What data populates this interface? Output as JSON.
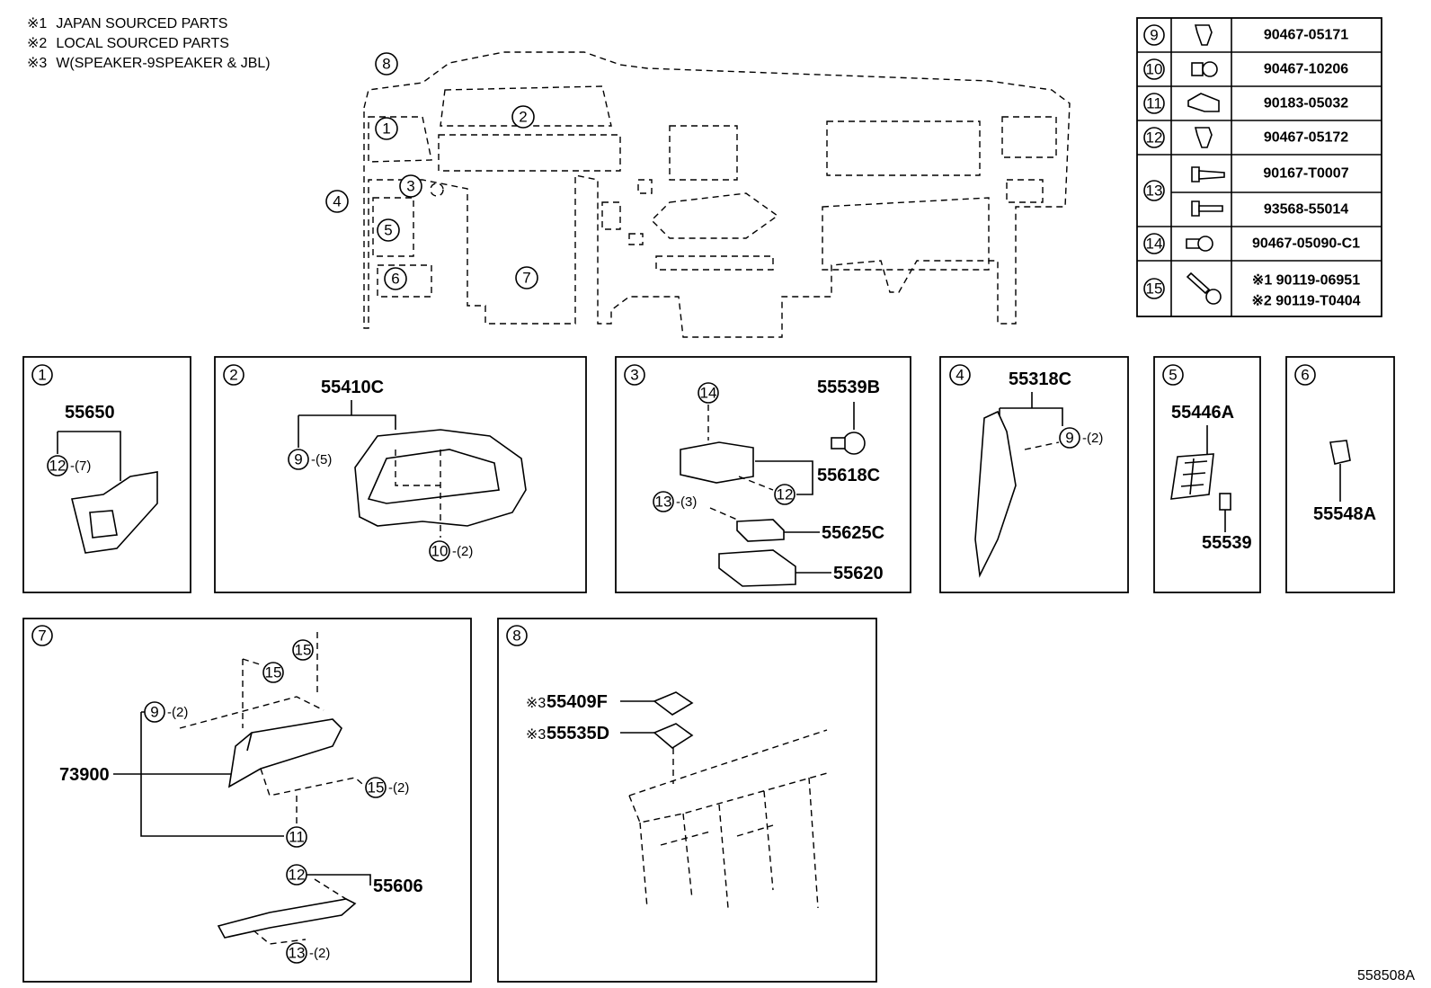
{
  "notes": [
    {
      "mark": "※1",
      "text": "JAPAN SOURCED PARTS"
    },
    {
      "mark": "※2",
      "text": "LOCAL SOURCED PARTS"
    },
    {
      "mark": "※3",
      "text": "W(SPEAKER-9SPEAKER & JBL)"
    }
  ],
  "overview_callouts": [
    "1",
    "2",
    "3",
    "4",
    "5",
    "6",
    "7",
    "8"
  ],
  "fastener_table": [
    {
      "ref": "9",
      "icon": "clip-icon",
      "parts": [
        "90467-05171"
      ]
    },
    {
      "ref": "10",
      "icon": "push-clip-icon",
      "parts": [
        "90467-10206"
      ]
    },
    {
      "ref": "11",
      "icon": "nut-clip-icon",
      "parts": [
        "90183-05032"
      ]
    },
    {
      "ref": "12",
      "icon": "clip-icon",
      "parts": [
        "90467-05172"
      ]
    },
    {
      "ref": "13",
      "icon": "screw-icon",
      "parts": [
        "90167-T0007",
        "93568-55014"
      ]
    },
    {
      "ref": "14",
      "icon": "rivet-clip-icon",
      "parts": [
        "90467-05090-C1"
      ]
    },
    {
      "ref": "15",
      "icon": "bolt-icon",
      "parts": [
        "※1 90119-06951",
        "※2 90119-T0404"
      ]
    }
  ],
  "panels": {
    "p1": {
      "num": "1",
      "part": "55650",
      "callouts": [
        {
          "ref": "12",
          "qty": "-(7)"
        }
      ]
    },
    "p2": {
      "num": "2",
      "part": "55410C",
      "callouts": [
        {
          "ref": "9",
          "qty": "-(5)"
        },
        {
          "ref": "10",
          "qty": "-(2)"
        }
      ]
    },
    "p3": {
      "num": "3",
      "parts": [
        "55539B",
        "55618C",
        "55625C",
        "55620"
      ],
      "callouts": [
        {
          "ref": "14",
          "qty": ""
        },
        {
          "ref": "12",
          "qty": ""
        },
        {
          "ref": "13",
          "qty": "-(3)"
        }
      ]
    },
    "p4": {
      "num": "4",
      "part": "55318C",
      "callouts": [
        {
          "ref": "9",
          "qty": "-(2)"
        }
      ]
    },
    "p5": {
      "num": "5",
      "parts": [
        "55446A",
        "55539"
      ]
    },
    "p6": {
      "num": "6",
      "part": "55548A"
    },
    "p7": {
      "num": "7",
      "parts": [
        "73900",
        "55606"
      ],
      "callouts": [
        {
          "ref": "15",
          "qty": ""
        },
        {
          "ref": "15",
          "qty": ""
        },
        {
          "ref": "9",
          "qty": "-(2)"
        },
        {
          "ref": "15",
          "qty": "-(2)"
        },
        {
          "ref": "11",
          "qty": ""
        },
        {
          "ref": "12",
          "qty": ""
        },
        {
          "ref": "13",
          "qty": "-(2)"
        }
      ]
    },
    "p8": {
      "num": "8",
      "parts": [
        {
          "mark": "※3",
          "part": "55409F"
        },
        {
          "mark": "※3",
          "part": "55535D"
        }
      ]
    }
  },
  "diagram_id": "558508A"
}
